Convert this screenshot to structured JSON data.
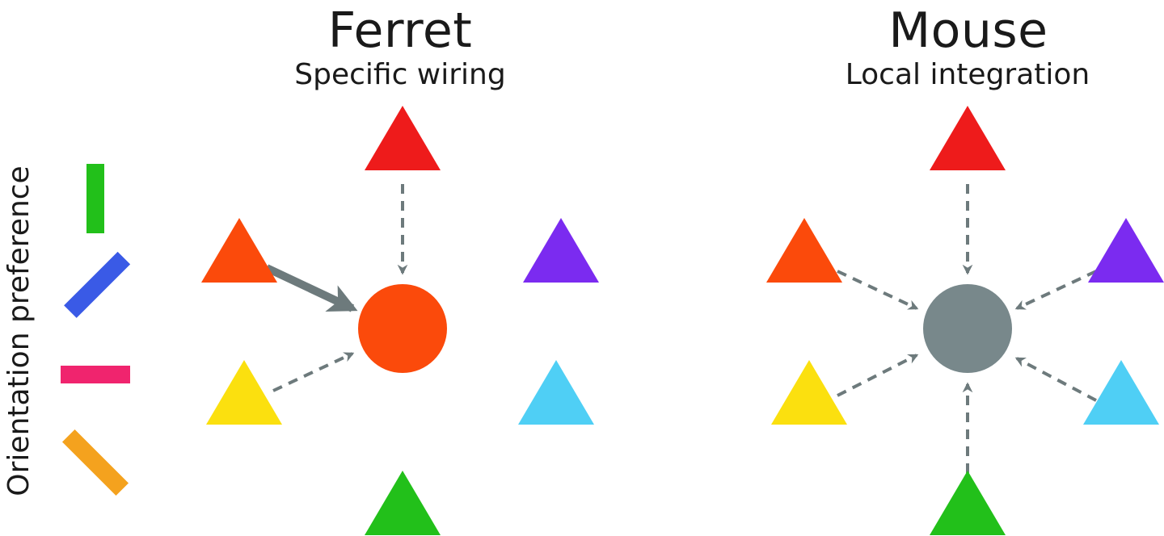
{
  "axis": {
    "label": "Orientation preference"
  },
  "colors": {
    "vertical": "#22c01a",
    "diagonal_up": "#3a5ae6",
    "horizontal": "#f0246e",
    "diagonal_down": "#f4a21e",
    "red": "#ee1b1b",
    "orange": "#fb4a0b",
    "yellow": "#fbe00f",
    "purple": "#7b2bf0",
    "cyan": "#4fcff5",
    "green": "#22c01a",
    "arrow": "#6d7a7c",
    "gray_cell": "#78888b"
  },
  "panels": {
    "ferret": {
      "title": "Ferret",
      "subtitle": "Specific wiring",
      "target_color": "orange"
    },
    "mouse": {
      "title": "Mouse",
      "subtitle": "Local integration",
      "target_color": "gray_cell"
    }
  }
}
